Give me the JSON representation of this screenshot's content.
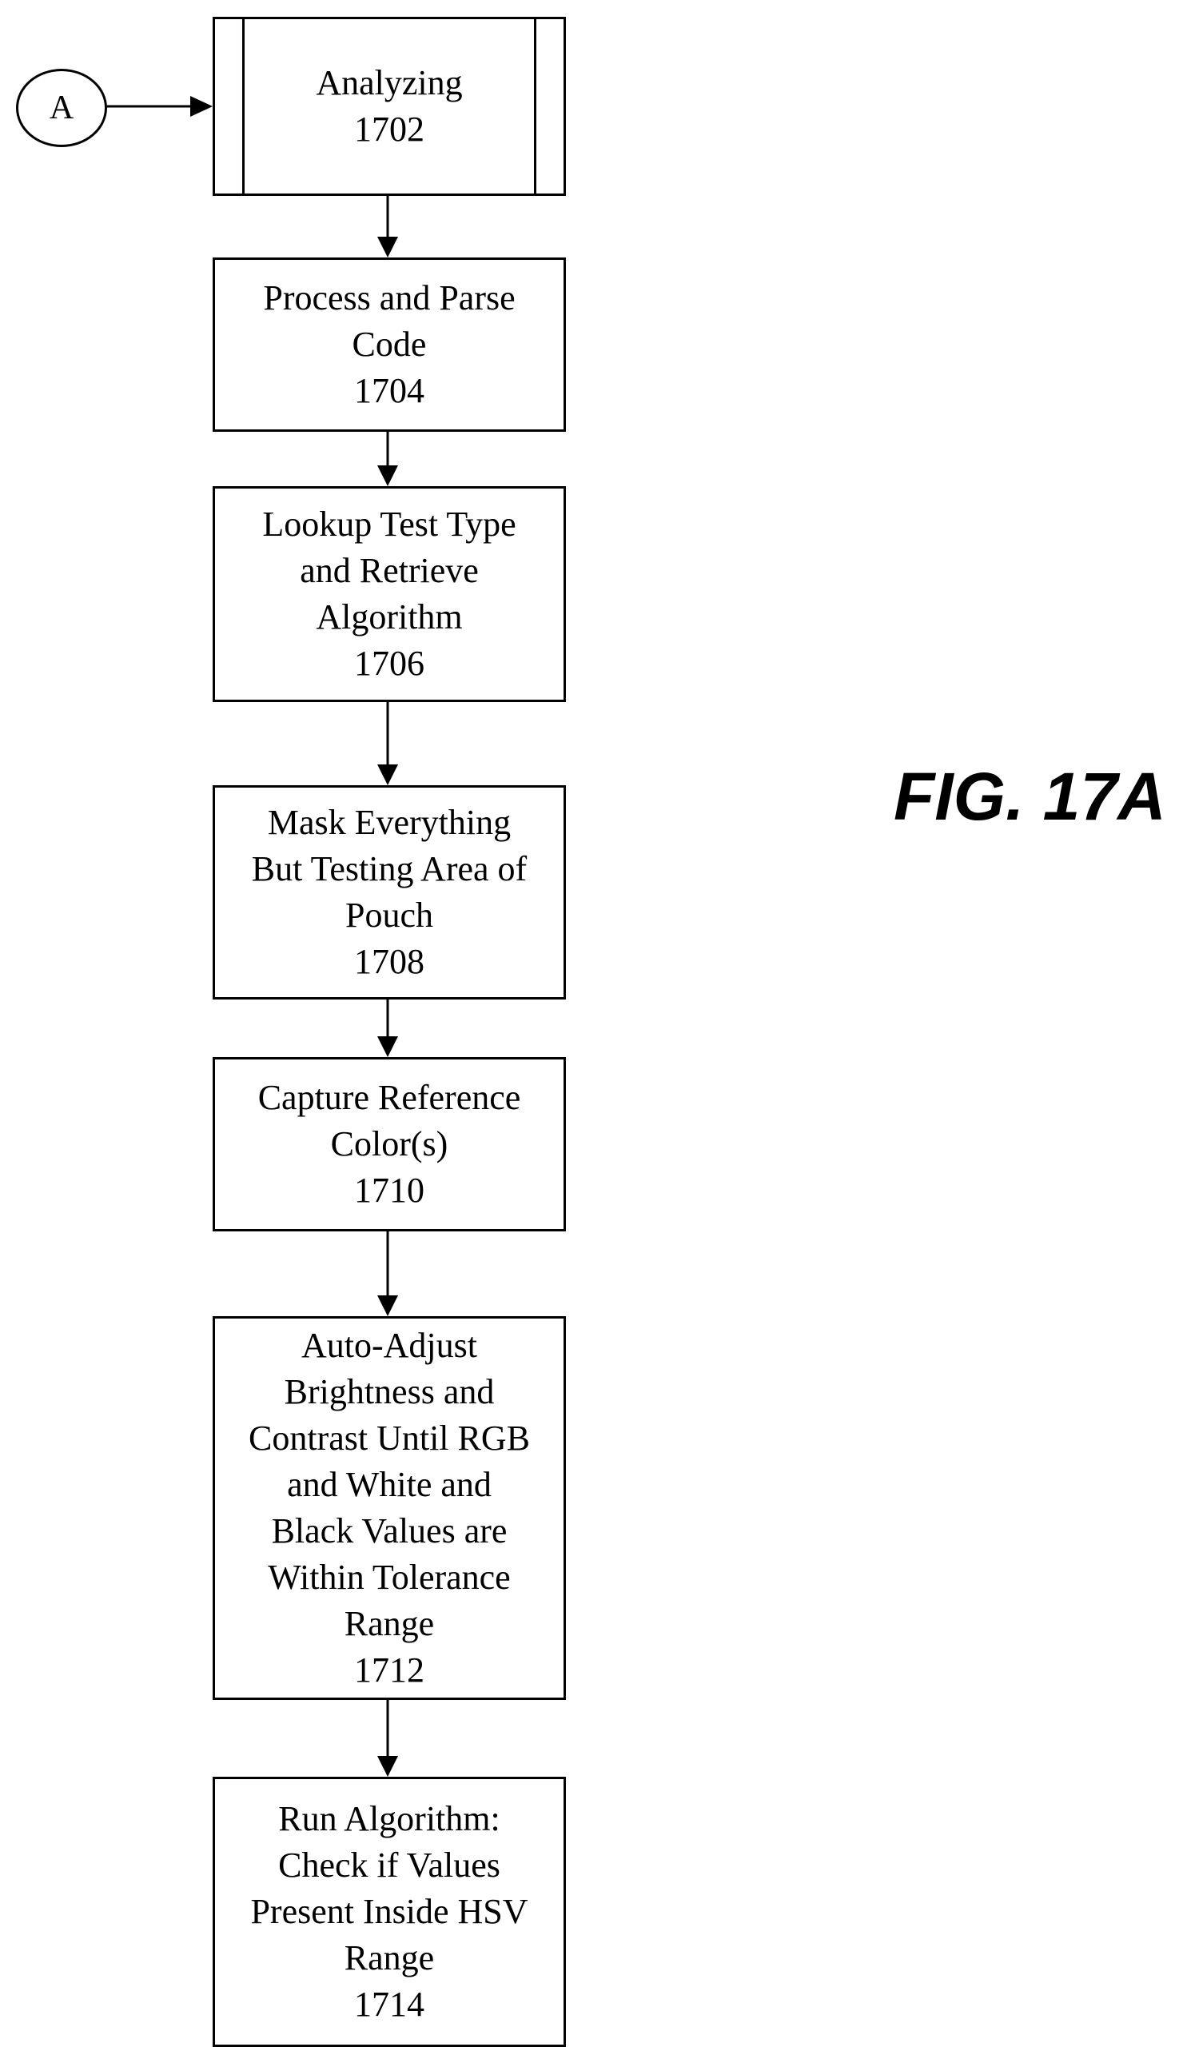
{
  "connector": {
    "label": "A"
  },
  "figure_label": "FIG. 17A",
  "steps": [
    {
      "label": "Analyzing",
      "number": "1702"
    },
    {
      "label": "Process and Parse\nCode",
      "number": "1704"
    },
    {
      "label": "Lookup Test Type\nand Retrieve\nAlgorithm",
      "number": "1706"
    },
    {
      "label": "Mask Everything\nBut Testing Area of\nPouch",
      "number": "1708"
    },
    {
      "label": "Capture Reference\nColor(s)",
      "number": "1710"
    },
    {
      "label": "Auto-Adjust\nBrightness and\nContrast Until RGB\nand White and\nBlack Values are\nWithin Tolerance\nRange",
      "number": "1712"
    },
    {
      "label": "Run Algorithm:\nCheck if Values\nPresent Inside HSV\nRange",
      "number": "1714"
    }
  ]
}
